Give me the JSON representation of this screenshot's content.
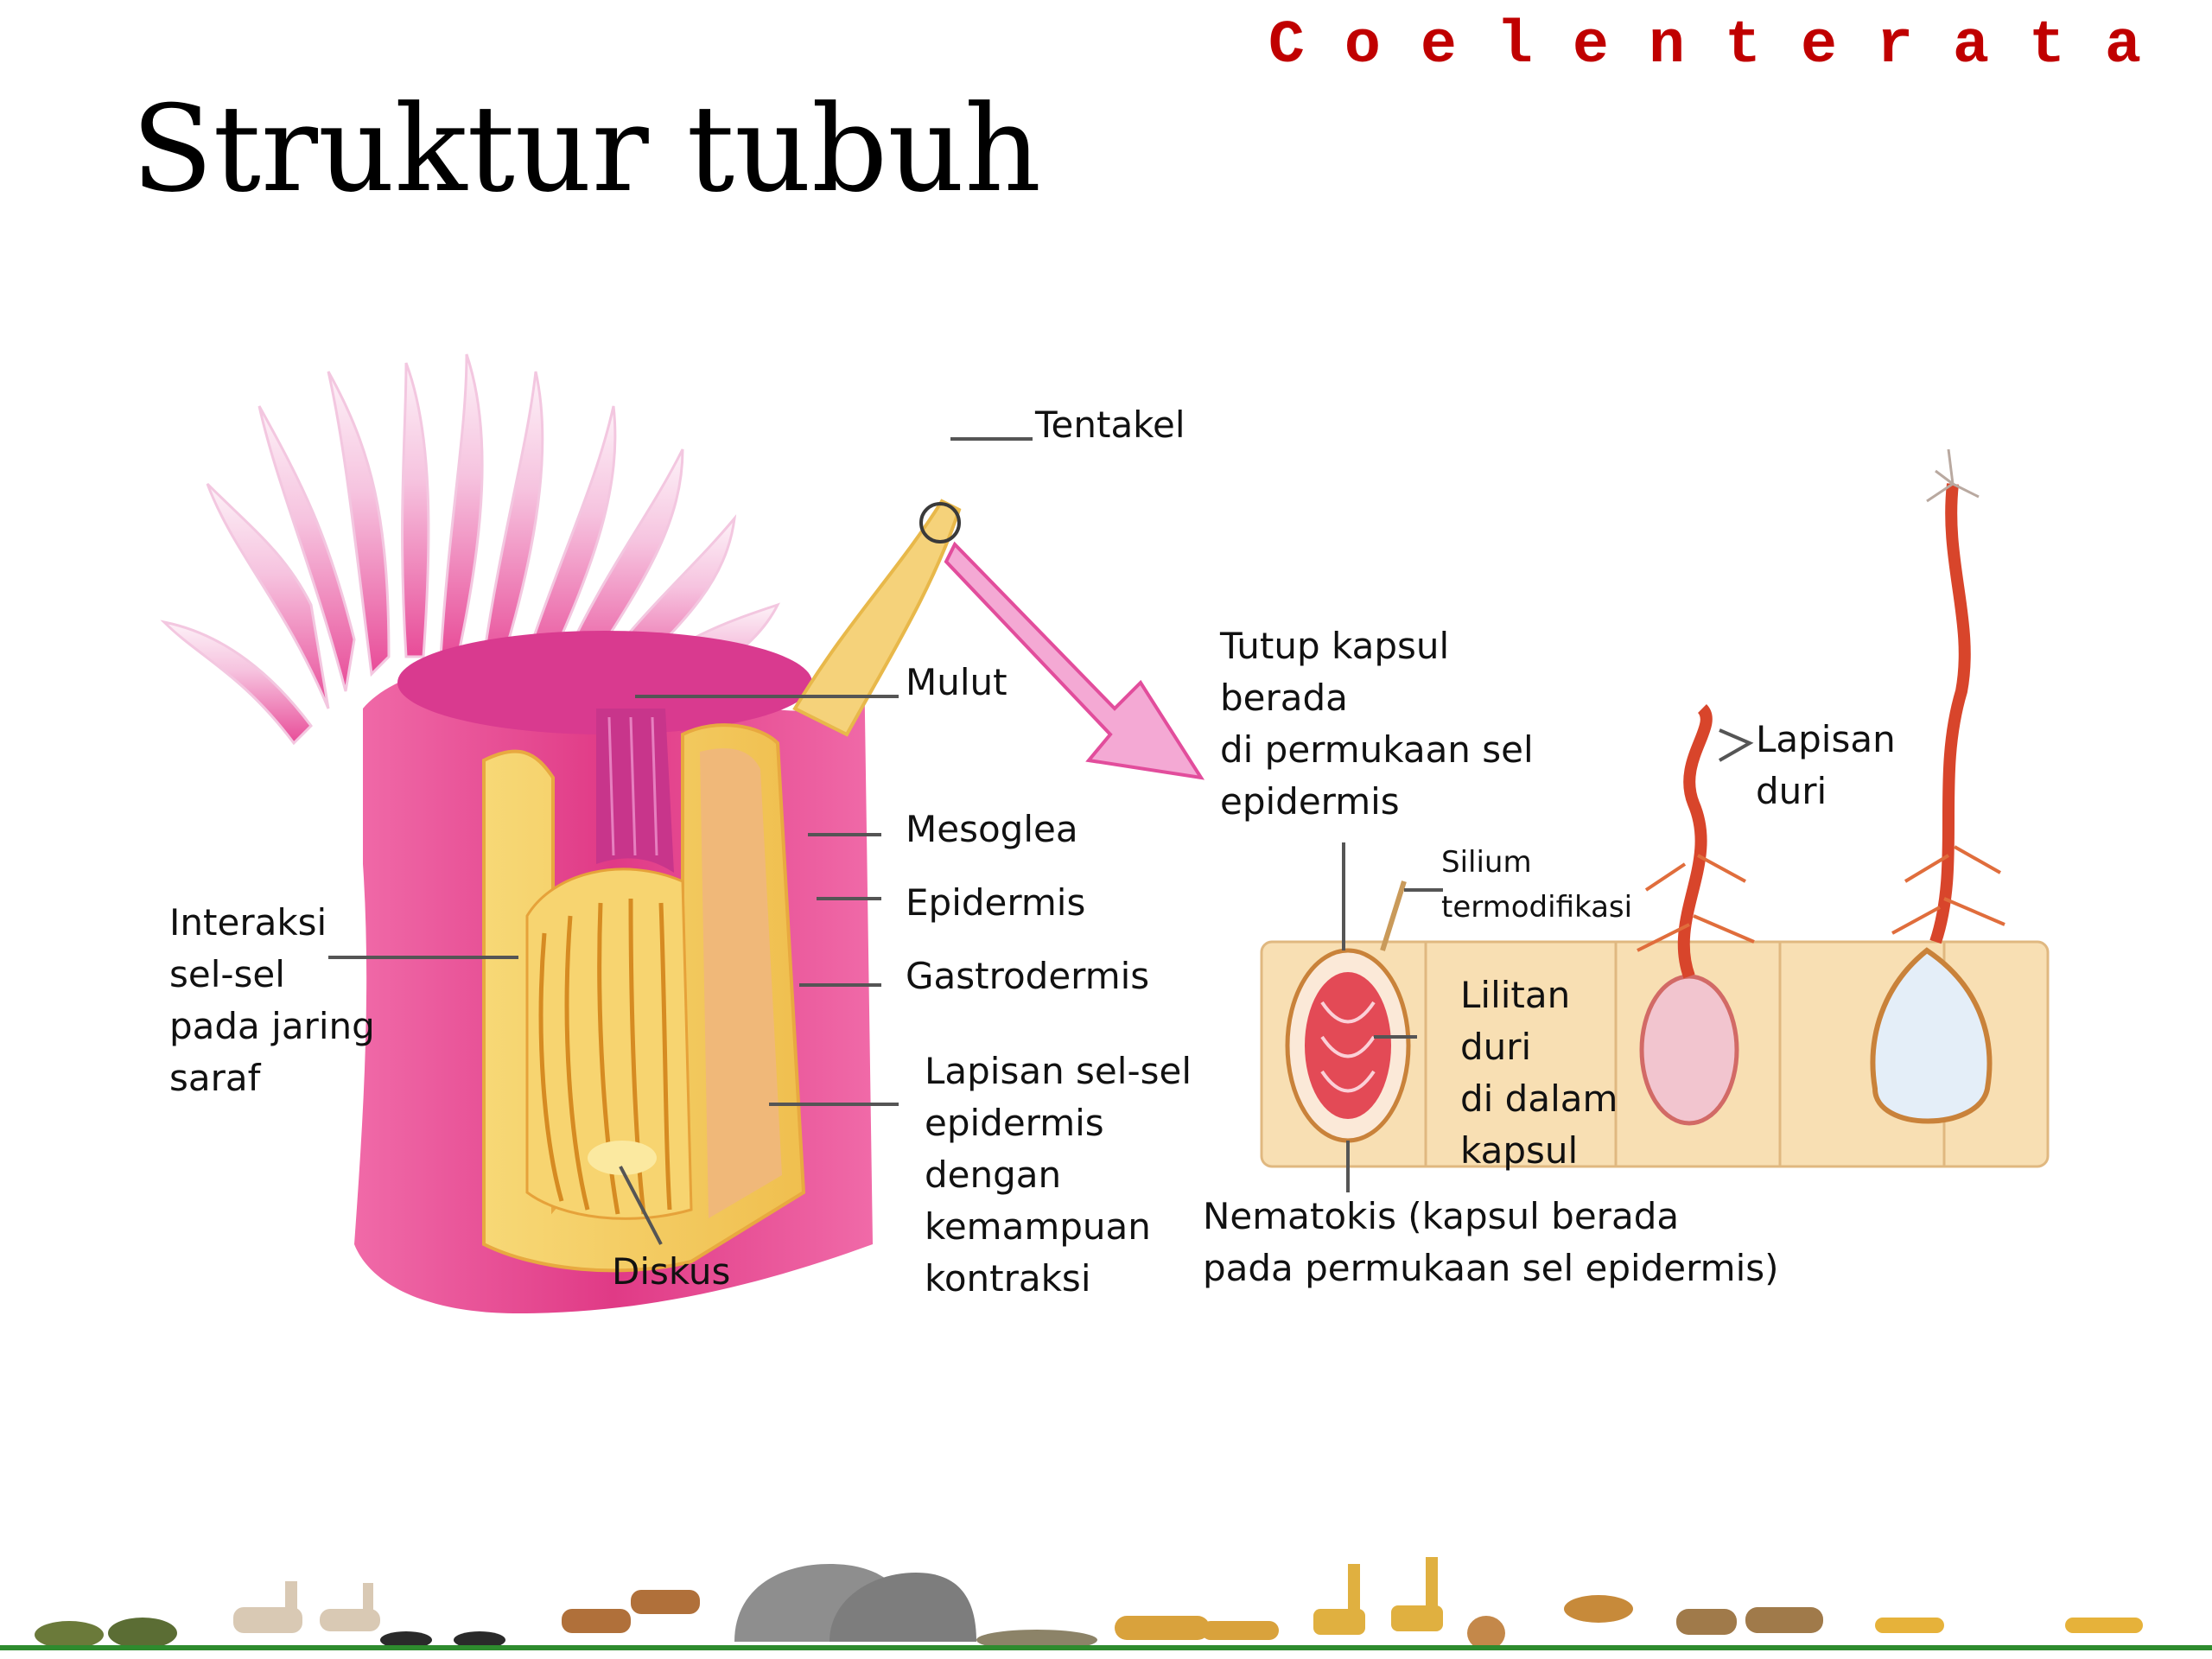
{
  "header": {
    "subject": "Coelenterata",
    "title": "Struktur tubuh"
  },
  "colors": {
    "subject_text": "#c00000",
    "body_pink": "#e8458f",
    "tentacle_pink": "#f4bfdc",
    "mesoglea_yellow": "#f4cc62",
    "gastrodermis_orange": "#f0b879",
    "epidermis_tan": "#f8dfb3",
    "nematocyst_red": "#d8452b",
    "arrow_pink": "#f2a6d2",
    "ground_green": "#2e8b2e"
  },
  "diagram": {
    "labels": {
      "tentakel": "Tentakel",
      "mulut": "Mulut",
      "mesoglea": "Mesoglea",
      "epidermis": "Epidermis",
      "gastrodermis": "Gastrodermis",
      "lapisan_sel": [
        "Lapisan sel-sel",
        "epidermis",
        "dengan",
        "kemampuan",
        "kontraksi"
      ],
      "interaksi": [
        "Interaksi",
        "sel-sel",
        "pada jaring",
        "saraf"
      ],
      "diskus": "Diskus",
      "tutup_kapsul": [
        "Tutup kapsul",
        "berada",
        "di permukaan sel",
        "epidermis"
      ],
      "silium": [
        "Silium",
        "termodifikasi"
      ],
      "lilitan": [
        "Lilitan",
        "duri",
        "di dalam",
        "kapsul"
      ],
      "lapisan_duri": [
        "Lapisan",
        "duri"
      ],
      "nematokis": [
        "Nematokis (kapsul berada",
        "pada permukaan sel epidermis)"
      ]
    }
  },
  "footer": {
    "animals": [
      "tortoise-icon",
      "hedgehog-icon",
      "llama-icon",
      "skunk-icon",
      "antelope-icon",
      "elephant-icon",
      "rhino-icon",
      "lion-icon",
      "giraffe-icon",
      "kangaroo-icon",
      "ostrich-icon",
      "camel-icon",
      "cheetah-icon"
    ]
  }
}
